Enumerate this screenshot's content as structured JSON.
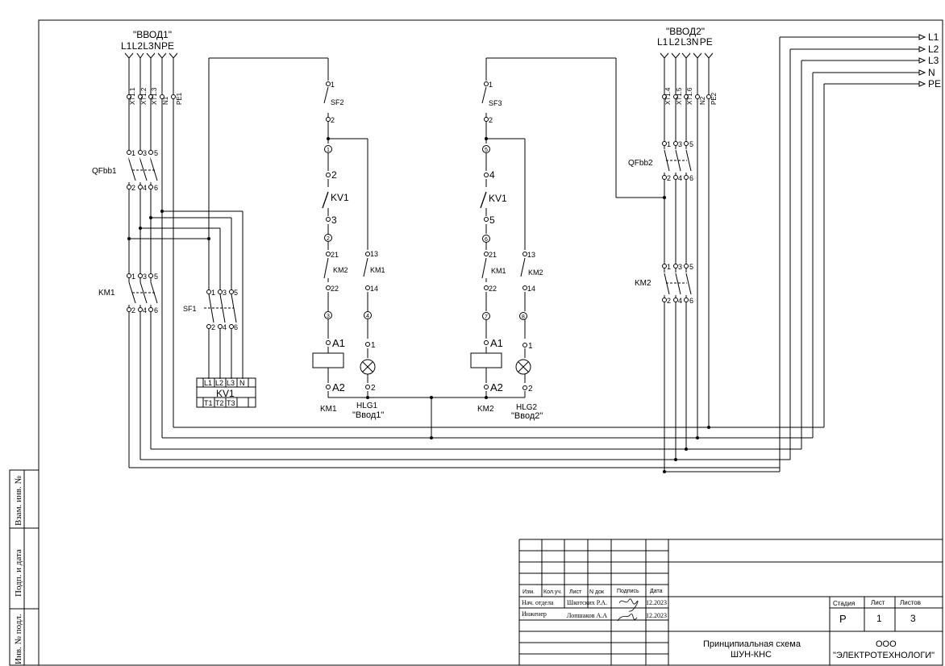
{
  "inputs": {
    "input1_title": "\"ВВОД1\"",
    "input1_phases": "L1 L2 L3 N PE",
    "input2_title": "\"ВВОД2\"",
    "input2_phases": "L1 L2 L3N PE",
    "input1_terminals": [
      "XT1.1",
      "XT1.2",
      "XT1.3",
      "N1",
      "PE1"
    ],
    "input2_terminals": [
      "XT1.4",
      "XT1.5",
      "XT1.6",
      "N2",
      "PE2"
    ]
  },
  "outputs": [
    "L1",
    "L2",
    "L3",
    "N",
    "PE"
  ],
  "devices": {
    "qf1": "QFbb1",
    "qf2": "QFbb2",
    "km1": "KM1",
    "km2": "KM2",
    "sf1": "SF1",
    "sf2": "SF2",
    "sf3": "SF3",
    "kv1": "KV1",
    "hlg1": "HLG1",
    "hlg1_label": "\"Ввод1\"",
    "hlg2": "HLG2",
    "hlg2_label": "\"Ввод2\"",
    "relay_terms_top": [
      "L1",
      "L2",
      "L3",
      "N"
    ],
    "relay_terms_bottom": [
      "T1",
      "T2",
      "T3"
    ]
  },
  "pins": {
    "one": "1",
    "two": "2",
    "three": "3",
    "four": "4",
    "five": "5",
    "six": "6",
    "a1": "A1",
    "a2": "A2",
    "p13": "13",
    "p14": "14",
    "p21": "21",
    "p22": "22",
    "n7": "7",
    "n8": "8"
  },
  "side_stamp": [
    "Взам. инв. №",
    "Подп. и дата",
    "Инв. № подл."
  ],
  "title_block": {
    "headers": [
      "Изм.",
      "Кол.уч.",
      "Лист",
      "N док",
      "Подпись",
      "Дата"
    ],
    "rows": [
      {
        "role": "Нач. отдела",
        "name": "Шкотских Р.А.",
        "date": "12.2023"
      },
      {
        "role": "Инженер",
        "name": "Лопшаков А.А",
        "date": "12.2023"
      }
    ],
    "stage_headers": [
      "Стадия",
      "Лист",
      "Листов"
    ],
    "stage_values": [
      "Р",
      "1",
      "3"
    ],
    "doc_title_1": "Принципиальная схема",
    "doc_title_2": "ШУН-КНС",
    "company_1": "ООО",
    "company_2": "\"ЭЛЕКТРОТЕХНОЛОГИ\""
  }
}
